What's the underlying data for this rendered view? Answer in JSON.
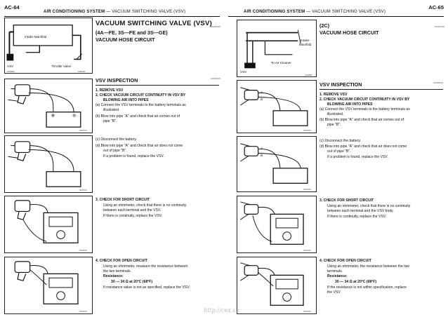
{
  "left_page": {
    "page_number": "AC-64",
    "header_title": "AIR CONDITIONING SYSTEM",
    "header_subtitle": "— VACUUM SWITCHING VALVE (VSV)",
    "top_diagram": {
      "labels": {
        "intake_manifold": "Intake Manifold",
        "vsv": "VSV",
        "throttle_valve": "Throttle Valve"
      },
      "refs": [
        "N00280",
        "Z05490"
      ]
    },
    "section_title": "VACUUM SWITCHING VALVE (VSV)",
    "section_ref": "AC0S5-05",
    "section_subtitle": "(4A—FE, 3S—FE and 3S—GE)",
    "section_subtitle2": "VACUUM HOSE CIRCUIT",
    "inspection_title": "VSV INSPECTION",
    "inspection_ref": "AC0S6-05",
    "steps": {
      "s1": "1.   REMOVE VSV",
      "s2a": "2.   CHECK VACUUM CIRCUIT CONTINUITY IN VSV BY",
      "s2b": "BLOWING AIR INTO PIPES",
      "a1": "(a)  Connect the VSV terminals to the battery terminals as",
      "a2": "illustrated.",
      "b1": "(b)  Blow into pipe \"A\" and check that air comes out of",
      "b2": "pipe \"B\".",
      "c1": "(c)  Disconnect the battery.",
      "d1": "(d)  Blow into pipe \"A\" and check that air does not come",
      "d2": "out of pipe \"B\".",
      "d3": "If a problem is found, replace the VSV.",
      "s3": "3.   CHECK FOR SHORT CIRCUIT",
      "s3a": "Using an ohmmeter, check that there is no continuity",
      "s3b": "between each terminal and the VSV.",
      "s3c": "If there is continuity, replace the VSV.",
      "s4": "4.   CHECK FOR OPEN CIRCUIT",
      "s4a": "Using an ohmmeter, measure the resistance between",
      "s4b": "the two terminals.",
      "s4c": "Resistance:",
      "s4d": "30 — 34 Ω at 20°C (68°F)",
      "s4e": "If resistance value is not as specified, replace the VSV."
    },
    "figure_refs": [
      "N00723",
      "N00724",
      "N00725",
      "N00726"
    ]
  },
  "right_page": {
    "page_number": "AC-65",
    "header_title": "AIR CONDITIONING SYSTEM",
    "header_subtitle": "— VACUUM SWITCHING VALVE (VSV)",
    "top_diagram": {
      "labels": {
        "intake_manifold_1": "Intake",
        "intake_manifold_2": "Manifold",
        "to_air_cleaner": "To Air Cleaner",
        "vsv": "VSV"
      },
      "refs": [
        "A10868"
      ]
    },
    "section_subtitle": "(2C)",
    "section_ref": "AC0S7-05",
    "section_subtitle2": "VACUUM HOSE CIRCUIT",
    "inspection_title": "VSV INSPECTION",
    "inspection_ref": "AC0S8-03",
    "steps": {
      "s1": "1.   REMOVE VSV",
      "s2a": "2.   CHECK VACUUM CIRCUIT CONTINUITY IN VSV BY",
      "s2b": "BLOWING AIR INTO PIPES",
      "a1": "(a)  Connect the VSV terminals to the battery terminals as",
      "a2": "illustrated.",
      "b1": "(b)  Blow into pipe \"A\" and check that air comes out of",
      "b2": "pipe \"B\".",
      "c1": "(c)  Disconnect the battery.",
      "d1": "(d)  Blow into pipe \"A\" and check that air does not come",
      "d2": "out of pipe \"B\".",
      "d3": "If a problem is found, replace the VSV.",
      "s3": "3.   CHECK FOR SHORT CIRCUIT",
      "s3a": "Using an ohmmeter, check that there is no continuity",
      "s3b": "between each terminal and the VSV body.",
      "s3c": "If there is continuity, replace the VSV.",
      "s4": "4.   CHECK FOR OPEN CIRCUIT",
      "s4a": "Using an ohmmeter, the resistance between the two",
      "s4b": "terminals.",
      "s4c": "Resistance:",
      "s4d": "30 — 34 Ω at 20°C (68°F)",
      "s4e": "If the resistance is not within specification, replace",
      "s4f": "the VSV."
    },
    "figure_labels": {
      "a": "A",
      "b": "B"
    },
    "figure_refs": [
      "N00729",
      "N00730",
      "N00731",
      "N00732"
    ]
  },
  "watermark": "http://cnx.su"
}
